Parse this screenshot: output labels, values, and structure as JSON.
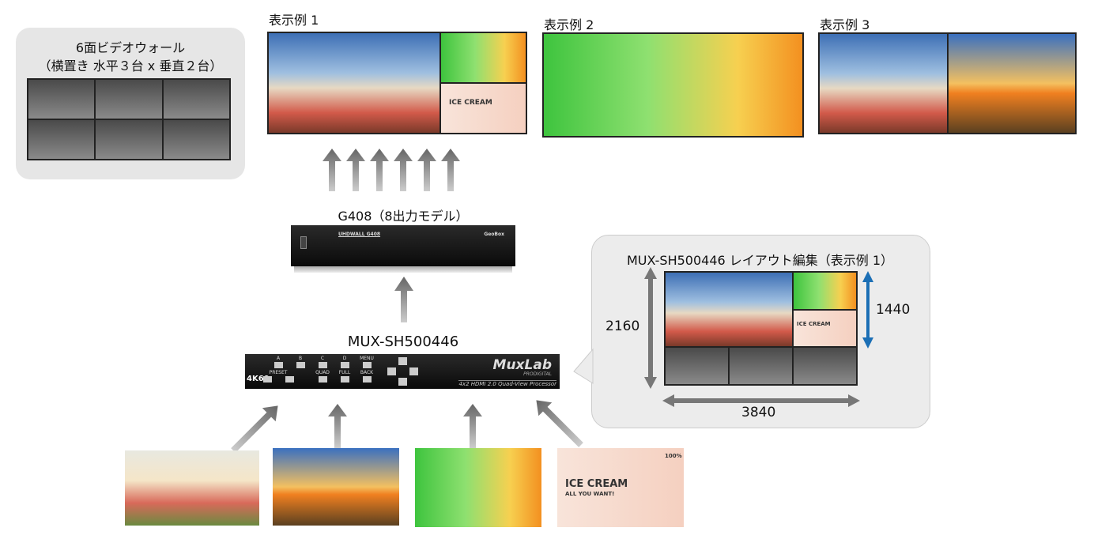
{
  "video_wall": {
    "title_line1": "6面ビデオウォール",
    "title_line2": "（横置き 水平３台 x 垂直２台）"
  },
  "examples": [
    {
      "label": "表示例 1"
    },
    {
      "label": "表示例 2"
    },
    {
      "label": "表示例 3"
    }
  ],
  "g408": {
    "label": "G408（8出力モデル）",
    "panel_title": "UHDWALL G408",
    "brand": "GeoBox"
  },
  "mux": {
    "label": "MUX-SH500446",
    "brand": "MuxLab",
    "sub_brand": "PRODIGITAL",
    "description": "4x2 HDMI 2.0 Quad-View Processor",
    "badge": "4K60",
    "buttons": [
      "A",
      "B",
      "C",
      "D",
      "MENU",
      "PRESET",
      "QUAD",
      "FULL",
      "BACK"
    ]
  },
  "layout_editor": {
    "title": "MUX-SH500446 レイアウト編集（表示例 1）",
    "height_total": "2160",
    "height_used": "1440",
    "width_total": "3840"
  },
  "ad": {
    "headline": "ICE CREAM",
    "subline": "ALL YOU WANT!",
    "badge": "100%"
  },
  "colors": {
    "panel_bg": "#e6e6e6",
    "arrow_grey": "#777777",
    "blue_arrow": "#1b6fb5"
  }
}
